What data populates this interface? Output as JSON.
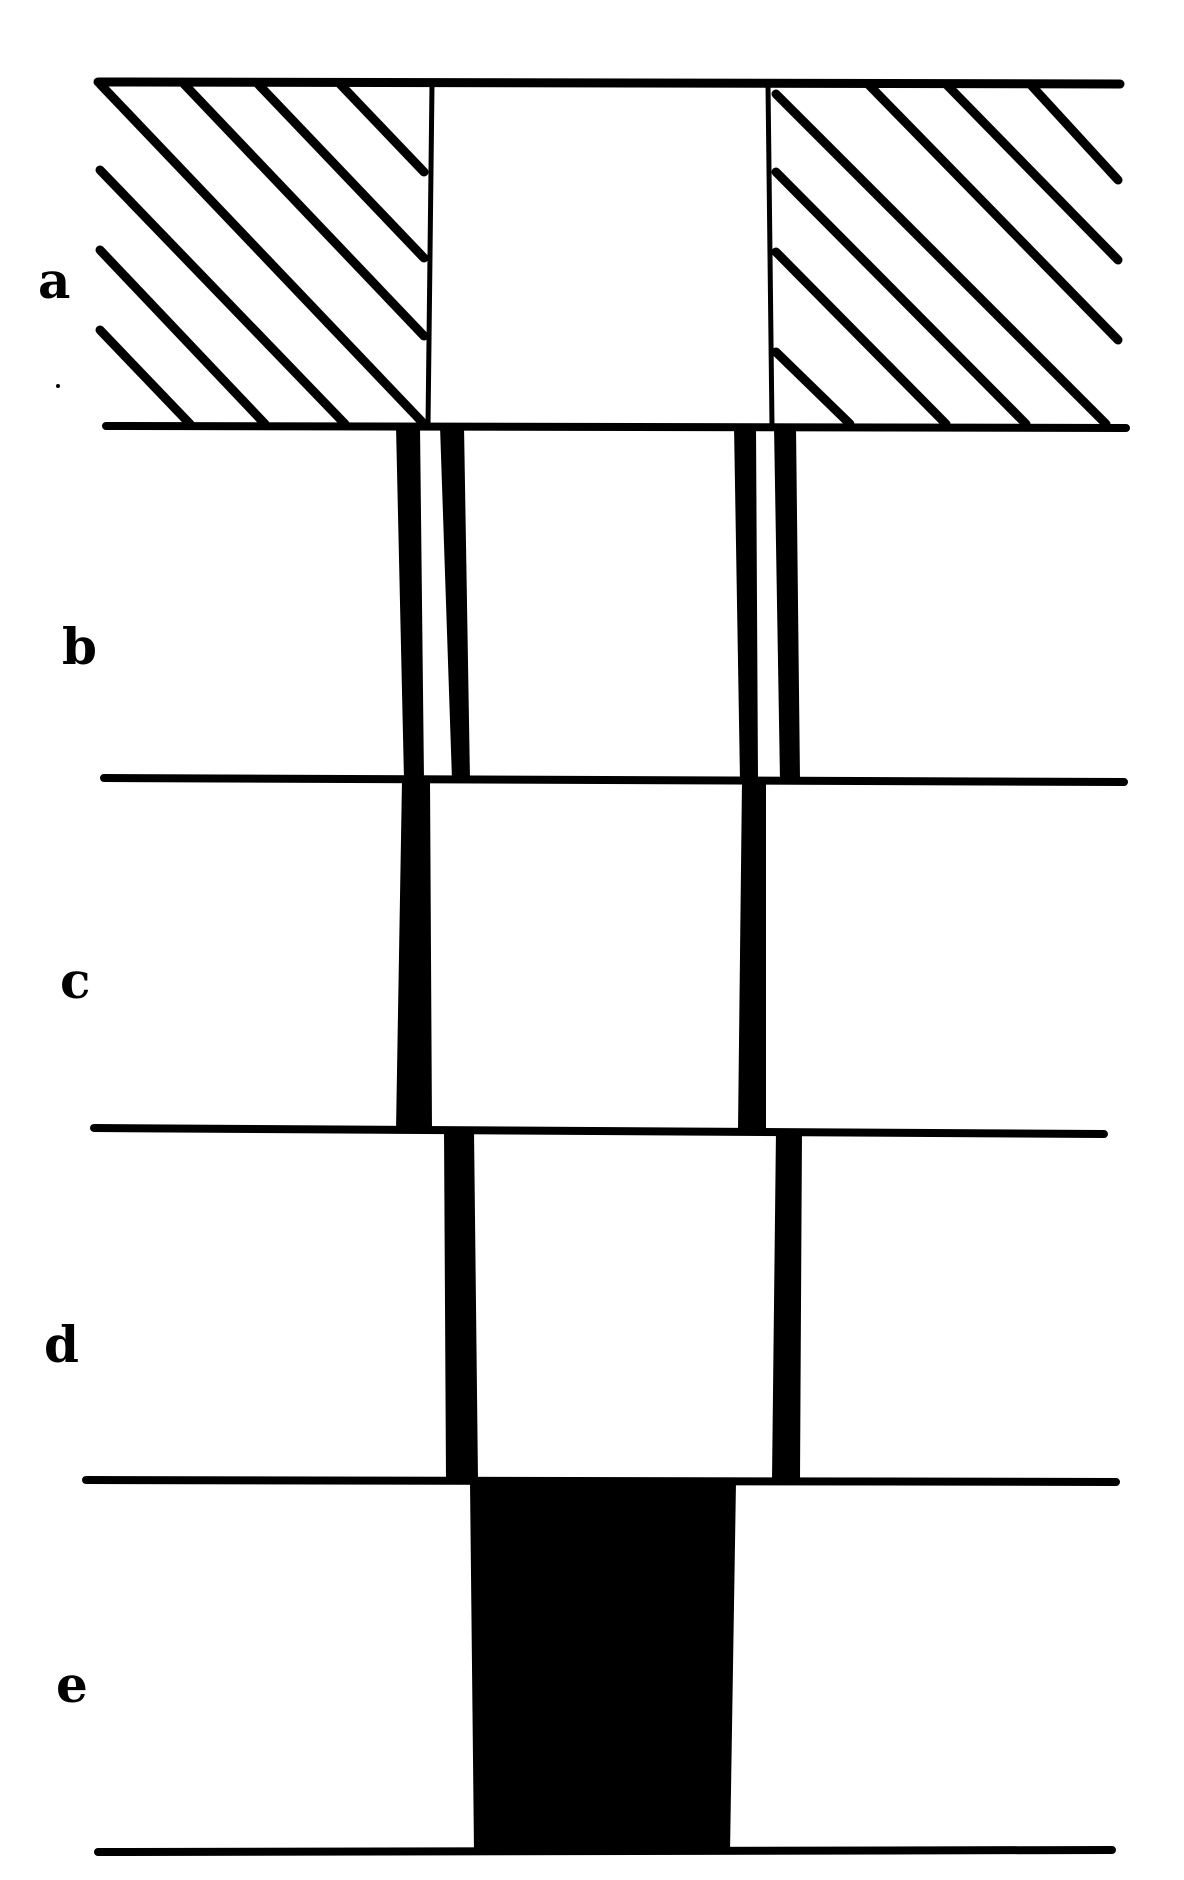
{
  "panels": [
    {
      "id": "a",
      "label": "a"
    },
    {
      "id": "b",
      "label": "b"
    },
    {
      "id": "c",
      "label": "c"
    },
    {
      "id": "d",
      "label": "d"
    },
    {
      "id": "e",
      "label": "e"
    }
  ],
  "colors": {
    "ink": "#000000",
    "paper": "#ffffff"
  }
}
